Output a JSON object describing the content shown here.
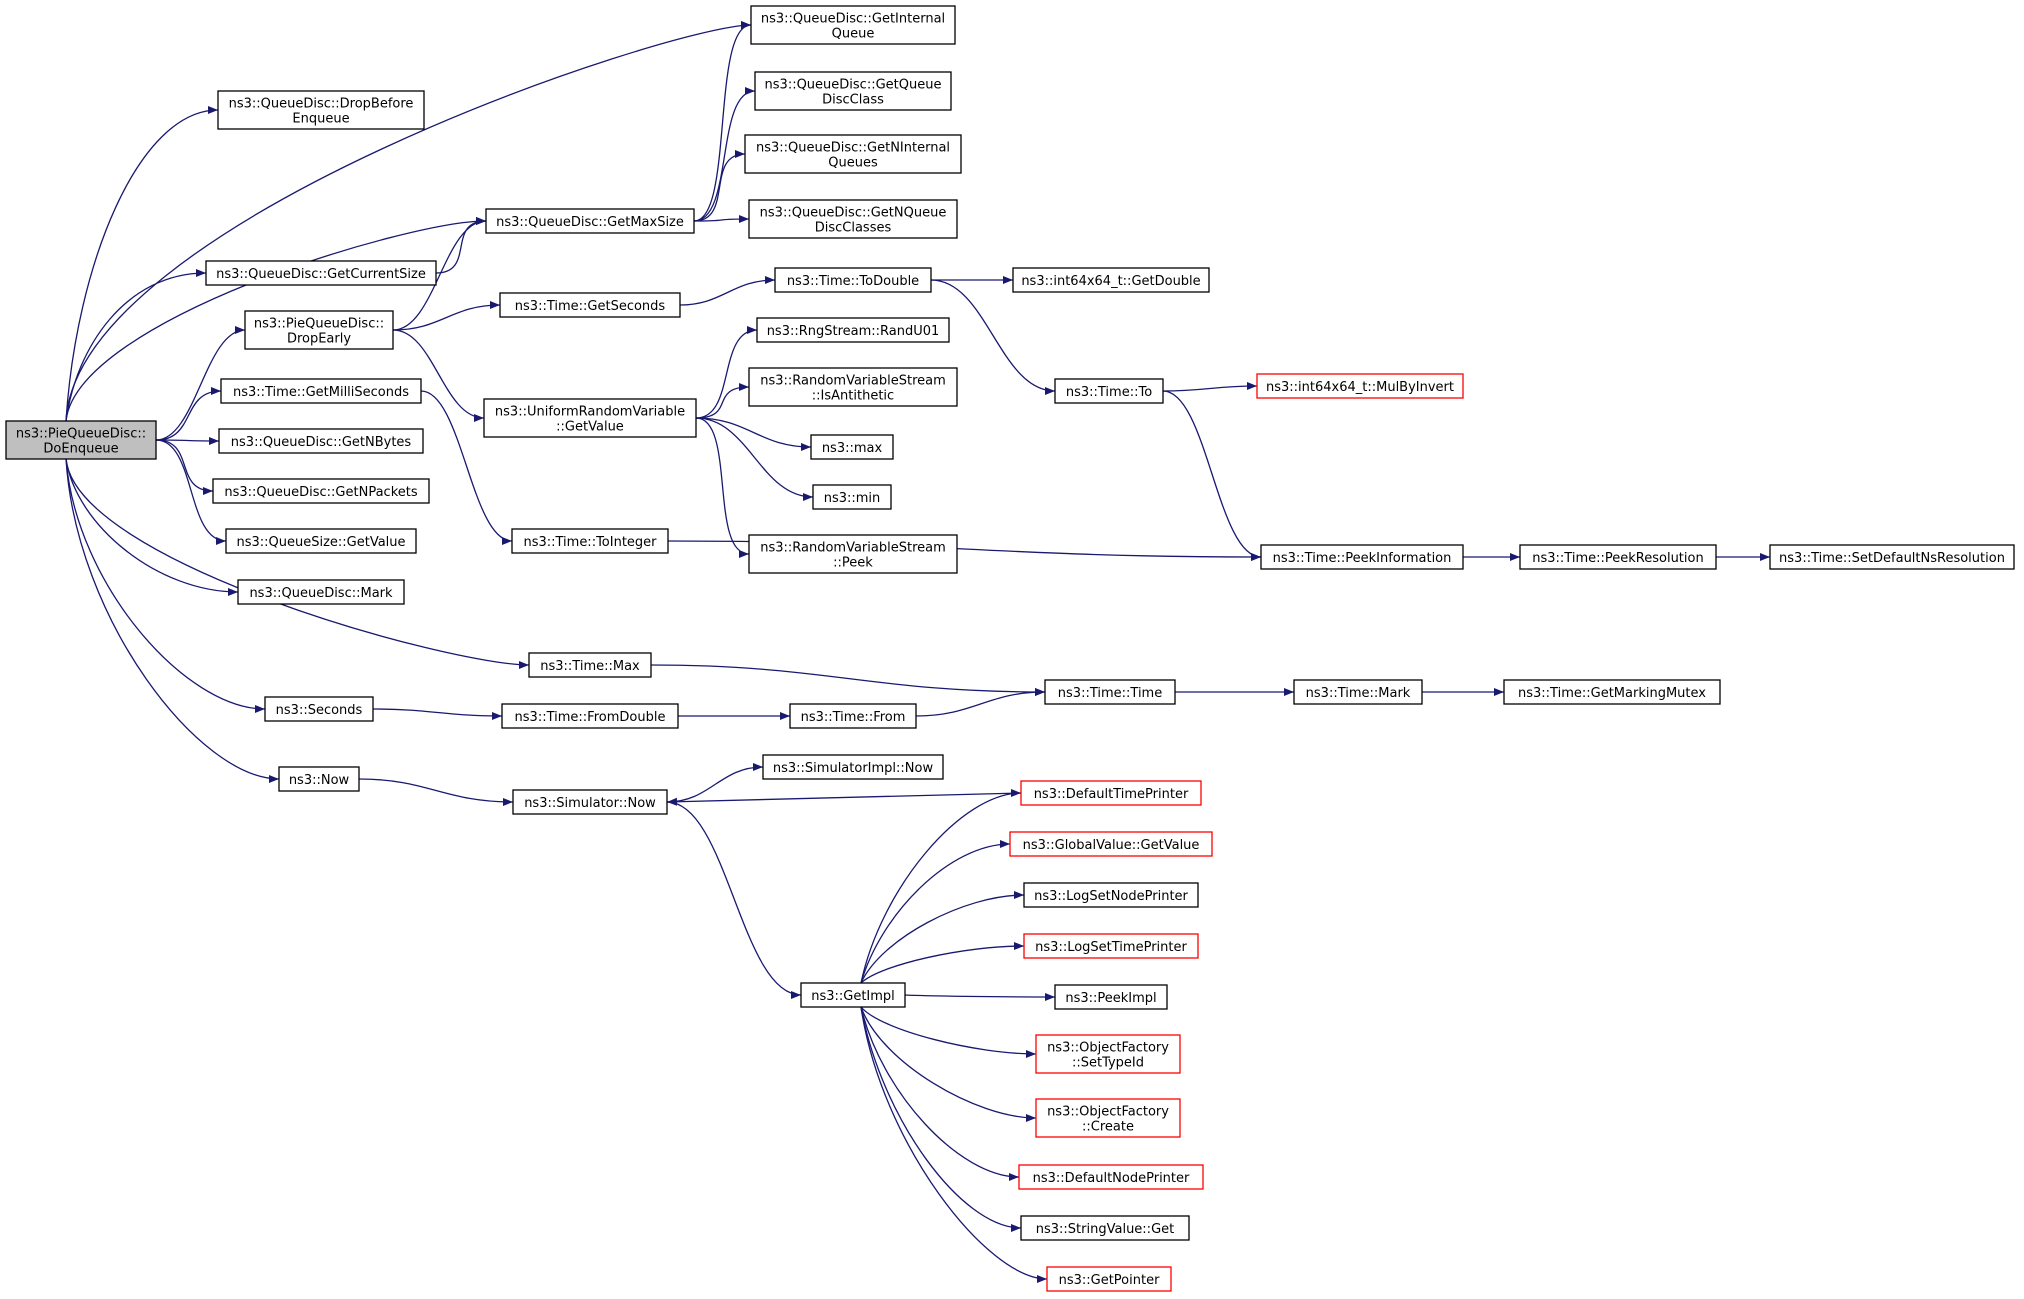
{
  "diagram": {
    "kind": "call-graph",
    "colors": {
      "edge": "#191970",
      "node_border": "#000000",
      "node_border_truncated": "#ff0000",
      "root_fill": "#bfbfbf",
      "node_fill": "#ffffff",
      "text": "#000000"
    },
    "nodes": [
      {
        "id": "root",
        "lines": [
          "ns3::PieQueueDisc::",
          "DoEnqueue"
        ],
        "root": true
      },
      {
        "id": "dropBeforeEnqueue",
        "lines": [
          "ns3::QueueDisc::DropBefore",
          "Enqueue"
        ]
      },
      {
        "id": "getCurrentSize",
        "lines": [
          "ns3::QueueDisc::GetCurrentSize"
        ]
      },
      {
        "id": "dropEarly",
        "lines": [
          "ns3::PieQueueDisc::",
          "DropEarly"
        ]
      },
      {
        "id": "getMilliSeconds",
        "lines": [
          "ns3::Time::GetMilliSeconds"
        ]
      },
      {
        "id": "getNBytes",
        "lines": [
          "ns3::QueueDisc::GetNBytes"
        ]
      },
      {
        "id": "getNPackets",
        "lines": [
          "ns3::QueueDisc::GetNPackets"
        ]
      },
      {
        "id": "queueSizeGetValue",
        "lines": [
          "ns3::QueueSize::GetValue"
        ]
      },
      {
        "id": "queueDiscMark",
        "lines": [
          "ns3::QueueDisc::Mark"
        ]
      },
      {
        "id": "seconds",
        "lines": [
          "ns3::Seconds"
        ]
      },
      {
        "id": "now",
        "lines": [
          "ns3::Now"
        ]
      },
      {
        "id": "getMaxSize",
        "lines": [
          "ns3::QueueDisc::GetMaxSize"
        ]
      },
      {
        "id": "getSeconds",
        "lines": [
          "ns3::Time::GetSeconds"
        ]
      },
      {
        "id": "uniformGetValue",
        "lines": [
          "ns3::UniformRandomVariable",
          "::GetValue"
        ]
      },
      {
        "id": "toInteger",
        "lines": [
          "ns3::Time::ToInteger"
        ]
      },
      {
        "id": "timeMax",
        "lines": [
          "ns3::Time::Max"
        ]
      },
      {
        "id": "fromDouble",
        "lines": [
          "ns3::Time::FromDouble"
        ]
      },
      {
        "id": "simulatorNow",
        "lines": [
          "ns3::Simulator::Now"
        ]
      },
      {
        "id": "getInternalQueue",
        "lines": [
          "ns3::QueueDisc::GetInternal",
          "Queue"
        ]
      },
      {
        "id": "getQueueDiscClass",
        "lines": [
          "ns3::QueueDisc::GetQueue",
          "DiscClass"
        ]
      },
      {
        "id": "getNInternalQueues",
        "lines": [
          "ns3::QueueDisc::GetNInternal",
          "Queues"
        ]
      },
      {
        "id": "getNQueueDiscClasses",
        "lines": [
          "ns3::QueueDisc::GetNQueue",
          "DiscClasses"
        ]
      },
      {
        "id": "toDouble",
        "lines": [
          "ns3::Time::ToDouble"
        ]
      },
      {
        "id": "randU01",
        "lines": [
          "ns3::RngStream::RandU01"
        ]
      },
      {
        "id": "isAntithetic",
        "lines": [
          "ns3::RandomVariableStream",
          "::IsAntithetic"
        ]
      },
      {
        "id": "max",
        "lines": [
          "ns3::max"
        ]
      },
      {
        "id": "min",
        "lines": [
          "ns3::min"
        ]
      },
      {
        "id": "peek",
        "lines": [
          "ns3::RandomVariableStream",
          "::Peek"
        ]
      },
      {
        "id": "timeFrom",
        "lines": [
          "ns3::Time::From"
        ]
      },
      {
        "id": "simImplNow",
        "lines": [
          "ns3::SimulatorImpl::Now"
        ]
      },
      {
        "id": "getImpl",
        "lines": [
          "ns3::GetImpl"
        ]
      },
      {
        "id": "getDouble",
        "lines": [
          "ns3::int64x64_t::GetDouble"
        ]
      },
      {
        "id": "timeTo",
        "lines": [
          "ns3::Time::To"
        ]
      },
      {
        "id": "peekInformation",
        "lines": [
          "ns3::Time::PeekInformation"
        ]
      },
      {
        "id": "timeTime",
        "lines": [
          "ns3::Time::Time"
        ]
      },
      {
        "id": "defaultTimePrinter",
        "lines": [
          "ns3::DefaultTimePrinter"
        ],
        "truncated": true
      },
      {
        "id": "globalValueGetValue",
        "lines": [
          "ns3::GlobalValue::GetValue"
        ],
        "truncated": true
      },
      {
        "id": "logSetNodePrinter",
        "lines": [
          "ns3::LogSetNodePrinter"
        ]
      },
      {
        "id": "logSetTimePrinter",
        "lines": [
          "ns3::LogSetTimePrinter"
        ],
        "truncated": true
      },
      {
        "id": "peekImpl",
        "lines": [
          "ns3::PeekImpl"
        ]
      },
      {
        "id": "setTypeId",
        "lines": [
          "ns3::ObjectFactory",
          "::SetTypeId"
        ],
        "truncated": true
      },
      {
        "id": "create",
        "lines": [
          "ns3::ObjectFactory",
          "::Create"
        ],
        "truncated": true
      },
      {
        "id": "defaultNodePrinter",
        "lines": [
          "ns3::DefaultNodePrinter"
        ],
        "truncated": true
      },
      {
        "id": "stringValueGet",
        "lines": [
          "ns3::StringValue::Get"
        ]
      },
      {
        "id": "getPointer",
        "lines": [
          "ns3::GetPointer"
        ],
        "truncated": true
      },
      {
        "id": "mulByInvert",
        "lines": [
          "ns3::int64x64_t::MulByInvert"
        ],
        "truncated": true
      },
      {
        "id": "peekResolution",
        "lines": [
          "ns3::Time::PeekResolution"
        ]
      },
      {
        "id": "timeMark",
        "lines": [
          "ns3::Time::Mark"
        ]
      },
      {
        "id": "setDefaultNsResolution",
        "lines": [
          "ns3::Time::SetDefaultNsResolution"
        ]
      },
      {
        "id": "getMarkingMutex",
        "lines": [
          "ns3::Time::GetMarkingMutex"
        ]
      }
    ],
    "edges": [
      [
        "root",
        "dropBeforeEnqueue"
      ],
      [
        "root",
        "getInternalQueue"
      ],
      [
        "root",
        "getMaxSize"
      ],
      [
        "root",
        "getCurrentSize"
      ],
      [
        "root",
        "dropEarly"
      ],
      [
        "root",
        "getMilliSeconds"
      ],
      [
        "root",
        "getNBytes"
      ],
      [
        "root",
        "getNPackets"
      ],
      [
        "root",
        "queueSizeGetValue"
      ],
      [
        "root",
        "queueDiscMark"
      ],
      [
        "root",
        "timeMax"
      ],
      [
        "root",
        "seconds"
      ],
      [
        "root",
        "now"
      ],
      [
        "getCurrentSize",
        "getMaxSize"
      ],
      [
        "dropEarly",
        "getMaxSize"
      ],
      [
        "dropEarly",
        "getSeconds"
      ],
      [
        "dropEarly",
        "uniformGetValue"
      ],
      [
        "getMilliSeconds",
        "toInteger"
      ],
      [
        "getMaxSize",
        "getInternalQueue"
      ],
      [
        "getMaxSize",
        "getQueueDiscClass"
      ],
      [
        "getMaxSize",
        "getNInternalQueues"
      ],
      [
        "getMaxSize",
        "getNQueueDiscClasses"
      ],
      [
        "getSeconds",
        "toDouble"
      ],
      [
        "uniformGetValue",
        "randU01"
      ],
      [
        "uniformGetValue",
        "isAntithetic"
      ],
      [
        "uniformGetValue",
        "max"
      ],
      [
        "uniformGetValue",
        "min"
      ],
      [
        "uniformGetValue",
        "peek"
      ],
      [
        "toInteger",
        "peekInformation"
      ],
      [
        "timeMax",
        "timeTime"
      ],
      [
        "seconds",
        "fromDouble"
      ],
      [
        "fromDouble",
        "timeFrom"
      ],
      [
        "timeFrom",
        "timeTime"
      ],
      [
        "now",
        "simulatorNow"
      ],
      [
        "simulatorNow",
        "simImplNow"
      ],
      [
        "simulatorNow",
        "getImpl"
      ],
      [
        "defaultTimePrinter",
        "simulatorNow"
      ],
      [
        "toDouble",
        "getDouble"
      ],
      [
        "toDouble",
        "timeTo"
      ],
      [
        "timeTo",
        "mulByInvert"
      ],
      [
        "timeTo",
        "peekInformation"
      ],
      [
        "peekInformation",
        "peekResolution"
      ],
      [
        "peekResolution",
        "setDefaultNsResolution"
      ],
      [
        "timeTime",
        "timeMark"
      ],
      [
        "timeMark",
        "getMarkingMutex"
      ],
      [
        "getImpl",
        "defaultTimePrinter"
      ],
      [
        "getImpl",
        "globalValueGetValue"
      ],
      [
        "getImpl",
        "logSetNodePrinter"
      ],
      [
        "getImpl",
        "logSetTimePrinter"
      ],
      [
        "getImpl",
        "peekImpl"
      ],
      [
        "getImpl",
        "setTypeId"
      ],
      [
        "getImpl",
        "create"
      ],
      [
        "getImpl",
        "defaultNodePrinter"
      ],
      [
        "getImpl",
        "stringValueGet"
      ],
      [
        "getImpl",
        "getPointer"
      ]
    ]
  }
}
